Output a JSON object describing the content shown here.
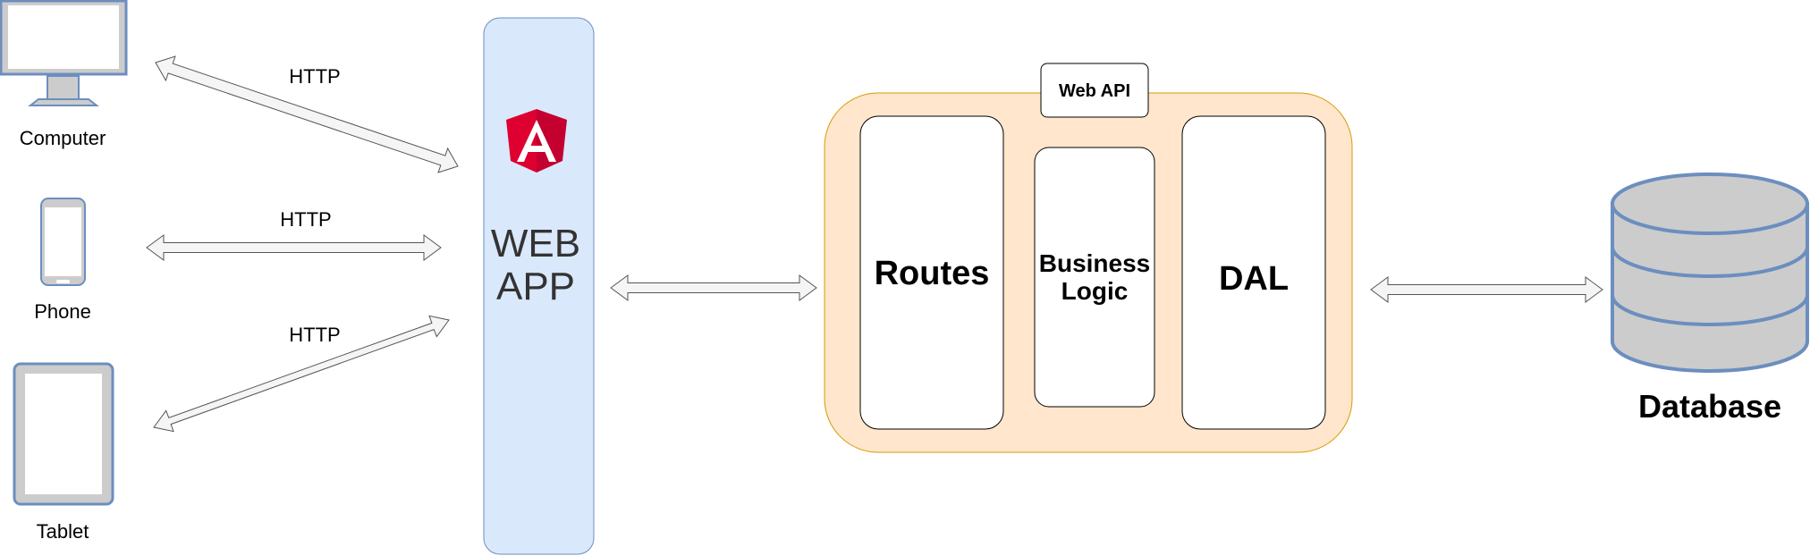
{
  "clients": {
    "computer_label": "Computer",
    "phone_label": "Phone",
    "tablet_label": "Tablet"
  },
  "connections": {
    "computer_protocol": "HTTP",
    "phone_protocol": "HTTP",
    "tablet_protocol": "HTTP"
  },
  "web_app": {
    "line1": "WEB",
    "line2": "APP",
    "logo_icon": "angular-logo-icon"
  },
  "web_api": {
    "title": "Web API",
    "routes_label": "Routes",
    "business_logic_line1": "Business",
    "business_logic_line2": "Logic",
    "dal_label": "DAL"
  },
  "database": {
    "label": "Database"
  },
  "colors": {
    "web_app_fill": "#dae8fc",
    "web_app_stroke": "#6c8ebf",
    "api_fill": "#ffe6cc",
    "api_stroke": "#d79b00",
    "device_stroke": "#6c8ebf",
    "device_fill": "#cccccc",
    "arrow_fill": "#f5f5f5",
    "angular_red": "#dd0031",
    "angular_dark": "#c3002f"
  }
}
